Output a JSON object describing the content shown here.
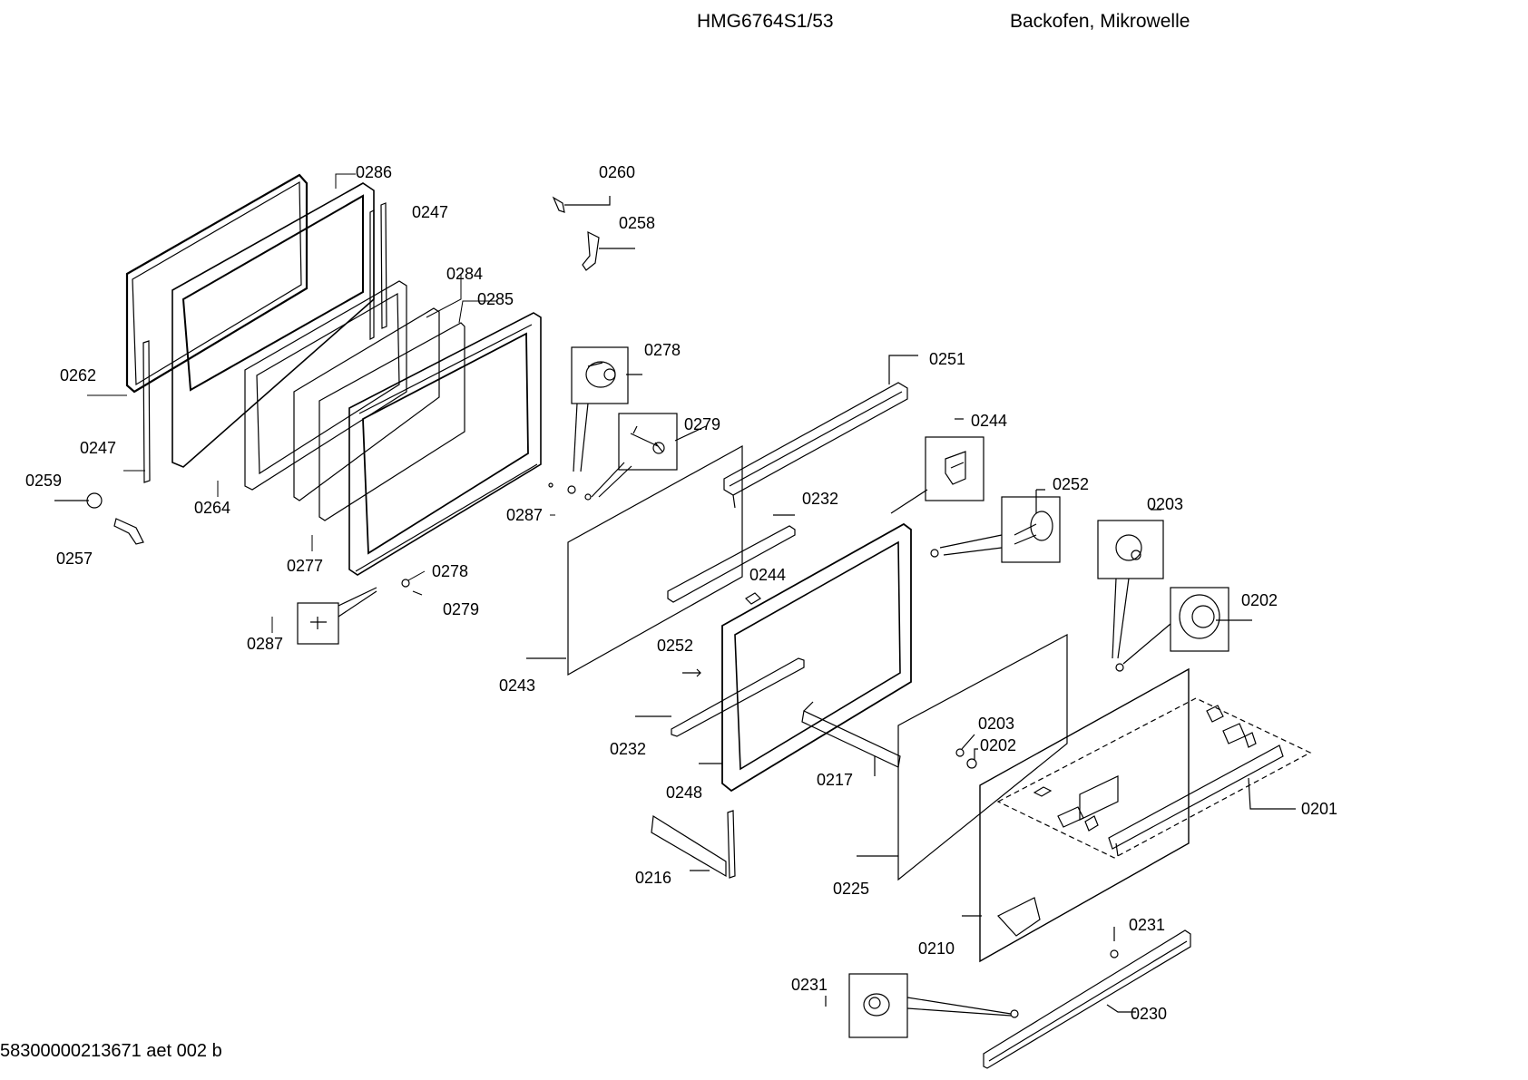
{
  "header": {
    "model": "HMG6764S1/53",
    "description": "Backofen, Mikrowelle"
  },
  "footer": {
    "code": "58300000213671 aet 002 b"
  },
  "parts": {
    "p0286": "0286",
    "p0247a": "0247",
    "p0284": "0284",
    "p0285": "0285",
    "p0262": "0262",
    "p0247b": "0247",
    "p0259": "0259",
    "p0264": "0264",
    "p0257": "0257",
    "p0277": "0277",
    "p0287a": "0287",
    "p0287b": "0287",
    "p0278a": "0278",
    "p0279a": "0279",
    "p0278b": "0278",
    "p0279b": "0279",
    "p0260": "0260",
    "p0258": "0258",
    "p0243": "0243",
    "p0251": "0251",
    "p0244a": "0244",
    "p0232a": "0232",
    "p0244b": "0244",
    "p0252a": "0252",
    "p0252b": "0252",
    "p0232b": "0232",
    "p0248": "0248",
    "p0217": "0217",
    "p0216": "0216",
    "p0203a": "0203",
    "p0202a": "0202",
    "p0203b": "0203",
    "p0202b": "0202",
    "p0201": "0201",
    "p0225": "0225",
    "p0210": "0210",
    "p0231a": "0231",
    "p0231b": "0231",
    "p0230": "0230"
  }
}
